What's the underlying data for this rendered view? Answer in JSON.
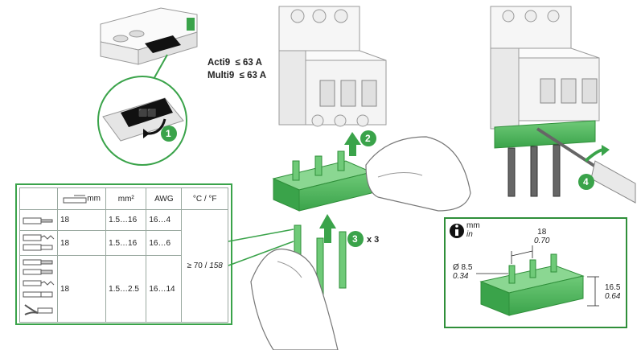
{
  "compatibility": [
    {
      "product": "Acti9",
      "rating": "≤ 63 A"
    },
    {
      "product": "Multi9",
      "rating": "≤ 63 A"
    }
  ],
  "steps": [
    {
      "number": "1"
    },
    {
      "number": "2"
    },
    {
      "number": "3",
      "suffix": "x 3"
    },
    {
      "number": "4"
    }
  ],
  "table": {
    "headers": {
      "strip_unit": "mm",
      "area_unit": "mm²",
      "gauge_unit": "AWG",
      "temp_unit": "°C / °F"
    },
    "rows": [
      {
        "strip": "18",
        "area": "1.5…16",
        "awg": "16…4"
      },
      {
        "strip": "18",
        "area": "1.5…16",
        "awg": "16…6"
      },
      {
        "strip": "18",
        "area": "1.5…2.5",
        "awg": "16…14"
      }
    ],
    "temperature_c": "≥ 70",
    "temperature_f": "158"
  },
  "dimensions": {
    "unit_mm": "mm",
    "unit_in": "in",
    "pitch_mm": "18",
    "pitch_in": "0.70",
    "diameter_mm": "Ø 8.5",
    "diameter_in": "0.34",
    "height_mm": "16.5",
    "height_in": "0.64"
  },
  "colors": {
    "green": "#3aa34a",
    "green_light": "#6fca78",
    "frame": "#2f8f3a",
    "gray": "#888888"
  }
}
